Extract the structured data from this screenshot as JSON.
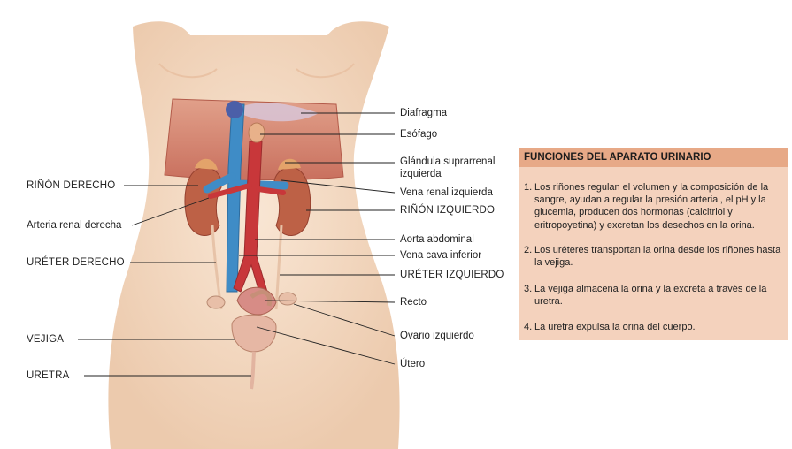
{
  "colors": {
    "skin": "#f6e0cc",
    "skin_shadow": "#ecc9ac",
    "muscle": "#c9705e",
    "kidney": "#bd6146",
    "vein": "#3f8cc6",
    "artery": "#c8373a",
    "bladder": "#e6b7a4",
    "panel_bg": "#f4d2bd",
    "panel_header": "#e7a987"
  },
  "labels_left": [
    {
      "id": "rinon-derecho",
      "text": "RIÑÓN DERECHO"
    },
    {
      "id": "arteria-renal-derecha",
      "text": "Arteria renal derecha"
    },
    {
      "id": "ureter-derecho",
      "text": "URÉTER DERECHO"
    },
    {
      "id": "vejiga",
      "text": "VEJIGA"
    },
    {
      "id": "uretra",
      "text": "URETRA"
    }
  ],
  "labels_right": [
    {
      "id": "diafragma",
      "text": "Diafragma"
    },
    {
      "id": "esofago",
      "text": "Esófago"
    },
    {
      "id": "glandula-suprarrenal",
      "text": "Glándula suprarrenal",
      "text2": "izquierda"
    },
    {
      "id": "vena-renal-izquierda",
      "text": "Vena renal izquierda"
    },
    {
      "id": "rinon-izquierdo",
      "text": "RIÑÓN IZQUIERDO"
    },
    {
      "id": "aorta-abdominal",
      "text": "Aorta abdominal"
    },
    {
      "id": "vena-cava-inferior",
      "text": "Vena cava inferior"
    },
    {
      "id": "ureter-izquierdo",
      "text": "URÉTER IZQUIERDO"
    },
    {
      "id": "recto",
      "text": "Recto"
    },
    {
      "id": "ovario-izquierdo",
      "text": "Ovario izquierdo"
    },
    {
      "id": "utero",
      "text": "Útero"
    }
  ],
  "panel": {
    "title": "FUNCIONES DEL APARATO URINARIO",
    "items": [
      {
        "num": "1.",
        "text": "Los riñones regulan el volumen y la composición de la sangre, ayudan a regular la presión arterial, el pH y la glucemia, producen dos hormonas (calcitriol y eritropoyetina) y excretan los desechos en la orina."
      },
      {
        "num": "2.",
        "text": "Los uréteres transportan la orina desde los riñones hasta la vejiga."
      },
      {
        "num": "3.",
        "text": "La vejiga almacena la orina y la excreta a través de la uretra."
      },
      {
        "num": "4.",
        "text": "La uretra expulsa la orina del cuerpo."
      }
    ]
  }
}
